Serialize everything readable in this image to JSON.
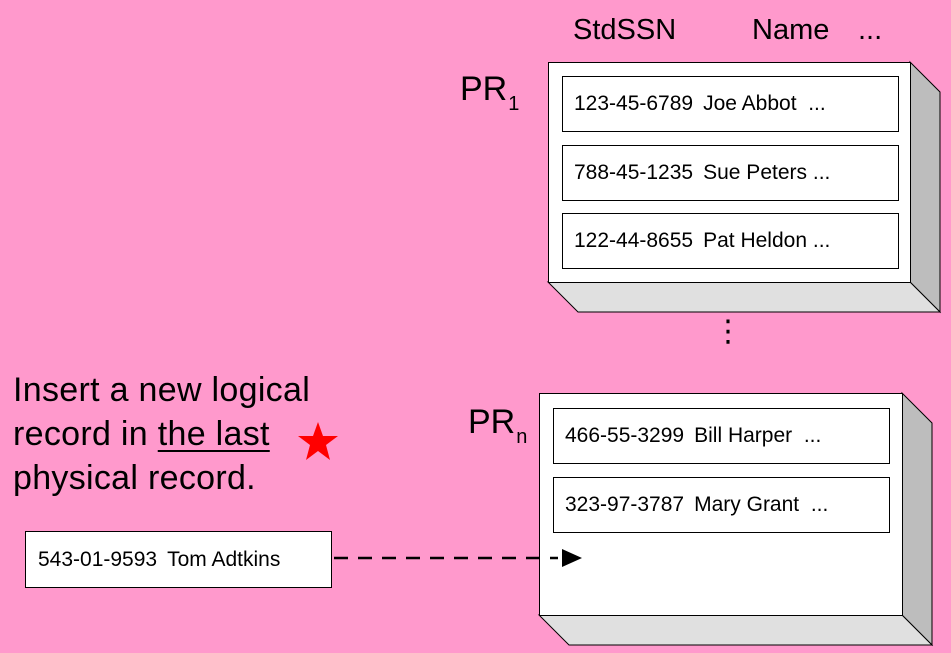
{
  "header": {
    "col_ssn": "StdSSN",
    "col_name": "Name",
    "col_more": "..."
  },
  "pr1": {
    "label": "PR",
    "subscript": "1",
    "records": [
      {
        "ssn": "123-45-6789",
        "name": "Joe Abbot",
        "more": "..."
      },
      {
        "ssn": "788-45-1235",
        "name": "Sue Peters",
        "more": "..."
      },
      {
        "ssn": "122-44-8655",
        "name": "Pat Heldon",
        "more": "..."
      }
    ]
  },
  "ellipsis": "⋮",
  "prn": {
    "label": "PR",
    "subscript": "n",
    "records": [
      {
        "ssn": "466-55-3299",
        "name": "Bill Harper",
        "more": "..."
      },
      {
        "ssn": "323-97-3787",
        "name": "Mary Grant",
        "more": "..."
      }
    ]
  },
  "instruction": {
    "line1": "Insert a new logical",
    "line2_before": "record in ",
    "line2_underlined": "the last",
    "line3": "physical record."
  },
  "new_record": {
    "ssn": "543-01-9593",
    "name": "Tom Adtkins"
  },
  "colors": {
    "background": "#ff99cc",
    "block_face": "#ffffff",
    "block_top": "#e6e6e6",
    "block_side": "#bdbdbd",
    "star": "#ff0000"
  }
}
